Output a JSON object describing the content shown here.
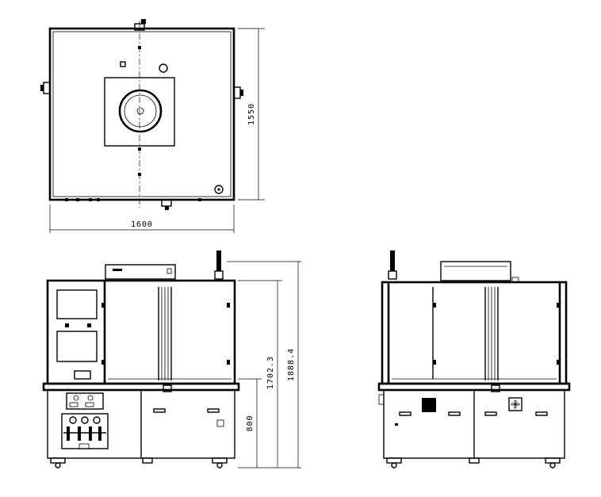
{
  "drawing": {
    "top_view": {
      "width_label": "1600",
      "depth_label": "1550"
    },
    "front_view": {
      "lower_height_label": "800",
      "frame_height_label": "1702.3",
      "total_height_label": "1888.4"
    }
  },
  "colors": {
    "line": "#000000",
    "background": "#ffffff"
  }
}
